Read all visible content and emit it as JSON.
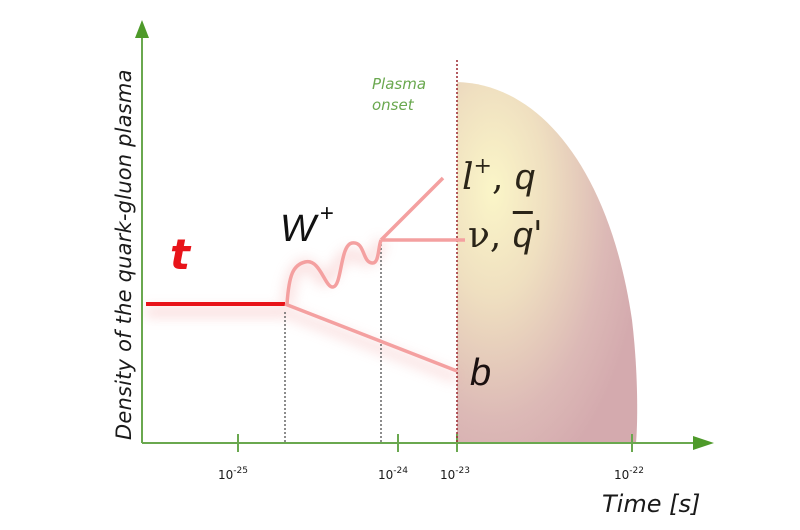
{
  "chart_data": {
    "type": "diagram",
    "title": "",
    "xlabel": "Time [s]",
    "ylabel": "Density of the quark-gluon plasma",
    "x_scale": "log",
    "x_ticks": [
      {
        "base": "10",
        "exp": "-25",
        "x": 238
      },
      {
        "base": "10",
        "exp": "-24",
        "x": 398
      },
      {
        "base": "10",
        "exp": "-23",
        "x": 457
      },
      {
        "base": "10",
        "exp": "-22",
        "x": 632
      }
    ],
    "annotations": [
      {
        "text": "Plasma onset",
        "at": "10^-23 s"
      },
      {
        "text": "t",
        "meaning": "top quark"
      },
      {
        "text": "W+",
        "meaning": "W boson"
      },
      {
        "text": "l+, q",
        "meaning": "lepton / quark decay products"
      },
      {
        "text": "ν, q̄'",
        "meaning": "neutrino / antiquark decay products"
      },
      {
        "text": "b",
        "meaning": "bottom quark"
      }
    ],
    "events": [
      {
        "name": "top decay",
        "x": 285
      },
      {
        "name": "W decay",
        "x": 381
      },
      {
        "name": "plasma onset",
        "x": 457
      }
    ],
    "grid": false,
    "legend": "none"
  },
  "axes": {
    "x_label": "Time [s]",
    "y_label": "Density of the quark-gluon plasma",
    "ticks": [
      {
        "base": "10",
        "exp": "-25"
      },
      {
        "base": "10",
        "exp": "-24"
      },
      {
        "base": "10",
        "exp": "-23"
      },
      {
        "base": "10",
        "exp": "-22"
      }
    ]
  },
  "labels": {
    "onset_line1": "Plasma",
    "onset_line2": "onset",
    "top": "t",
    "w_base": "W",
    "w_charge": "+",
    "lepton": "l",
    "lepton_charge": "+",
    "lepton_sep": ", ",
    "quark": "q",
    "neutrino": "ν",
    "nu_sep": ", ",
    "antiquark": "q",
    "prime": "'",
    "bottom": "b"
  },
  "colors": {
    "axis": "#6aa84f",
    "top_line": "#e8141a",
    "decay_lines": "#f4a0a0",
    "plasma_top": "#f6eec0",
    "plasma_bottom": "#d9aeb2",
    "onset_text": "#6aa84f"
  }
}
